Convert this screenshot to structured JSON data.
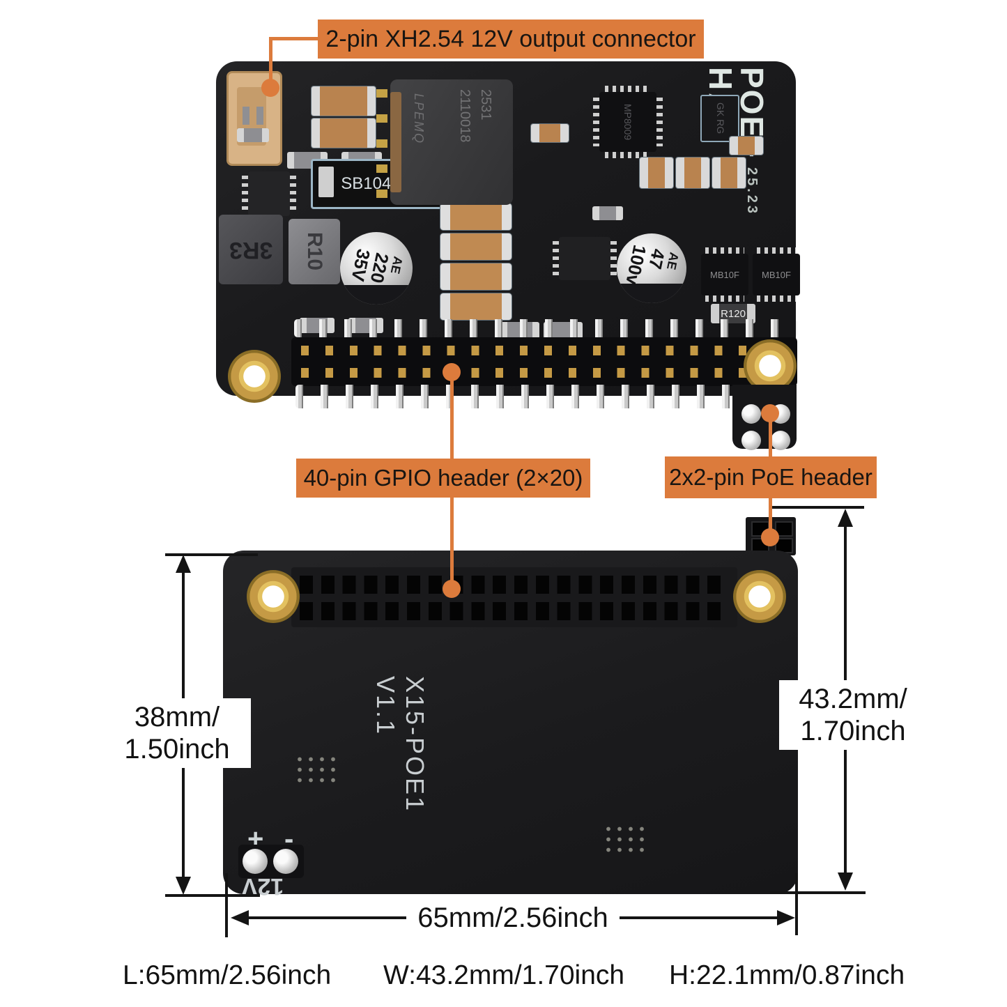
{
  "callouts": {
    "output_connector": "2-pin XH2.54 12V output connector",
    "gpio_header": "40-pin GPIO header (2×20)",
    "poe_header": "2x2-pin PoE header"
  },
  "dimensions": {
    "left_height": {
      "line1": "38mm/",
      "line2": "1.50inch"
    },
    "right_height": {
      "line1": "43.2mm/",
      "line2": "1.70inch"
    },
    "bottom_width": "65mm/2.56inch"
  },
  "footer": {
    "length": "L:65mm/2.56inch",
    "width": "W:43.2mm/1.70inch",
    "height": "H:22.1mm/0.87inch"
  },
  "top_board": {
    "silkscreen": {
      "line1": "POE+",
      "date_code": "25.23",
      "line2": "HAT"
    },
    "components": {
      "diode_module": "SB1045L.",
      "inductor_large": "3R3",
      "inductor_small": "R10",
      "capacitor_left": {
        "voltage": "35V",
        "value": "220",
        "series": "AE"
      },
      "capacitor_right": {
        "voltage": "100v",
        "value": "47",
        "series": "AE"
      },
      "transformer": {
        "brand": "LPEMQ",
        "line1": "2110018",
        "line2": "2531"
      },
      "main_ic": "MP8009",
      "bridge_rectifier_1": "MB10F",
      "bridge_rectifier_2": "MB10F",
      "resistor": "R120",
      "diode_small": {
        "line1": "GK",
        "line2": "RG"
      }
    }
  },
  "bottom_board": {
    "model": "X15-POE1 V1.1",
    "power": {
      "plus": "+",
      "minus": "-",
      "label": "12V"
    }
  },
  "colors": {
    "accent_orange": "#dc7b3c",
    "pcb_black": "#1c1c1e",
    "gold": "#c59a45",
    "dimension_black": "#141414"
  }
}
